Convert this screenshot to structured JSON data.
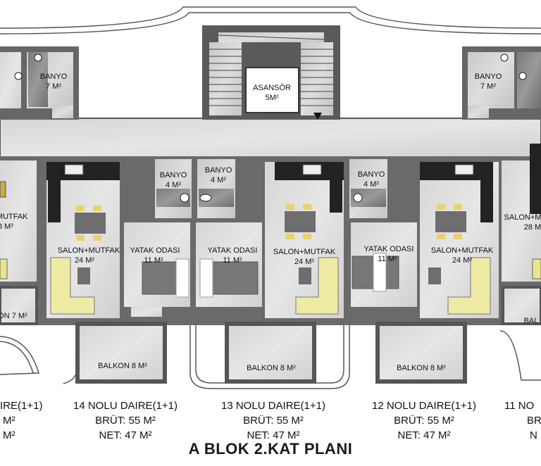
{
  "plan": {
    "title": "A BLOK 2.KAT PLANI",
    "core": {
      "elevator_name": "ASANSÖR",
      "elevator_area": "5M²"
    },
    "rooms": {
      "banyo_7_left": {
        "name": "BANYO",
        "area": "7 M²"
      },
      "banyo_7_right": {
        "name": "BANYO",
        "area": "7 M²"
      },
      "banyo_a": {
        "name": "BANYO",
        "area": "4 M²"
      },
      "banyo_b": {
        "name": "BANYO",
        "area": "4 M²"
      },
      "banyo_c": {
        "name": "BANYO",
        "area": "4 M²"
      },
      "salon_left_edge": {
        "name": "+MUTFAK",
        "area": "8 M²"
      },
      "salon_14": {
        "name": "SALON+MUTFAK",
        "area": "24 M²"
      },
      "salon_13": {
        "name": "SALON+MUTFAK",
        "area": "24 M²"
      },
      "salon_12": {
        "name": "SALON+MUTFAK",
        "area": "24 M²"
      },
      "salon_right_edge": {
        "name": "SALON+M",
        "area": "28 M"
      },
      "yatak_14": {
        "name": "YATAK ODASI",
        "area": "11 M²"
      },
      "yatak_13": {
        "name": "YATAK ODASI",
        "area": "11 M²"
      },
      "yatak_12": {
        "name": "YATAK ODASI",
        "area": "11 M²"
      },
      "balkon_left_edge": {
        "name": "ON 7 M²"
      },
      "balkon_14": {
        "name": "BALKON 8 M²"
      },
      "balkon_13": {
        "name": "BALKON 8 M²"
      },
      "balkon_12": {
        "name": "BALKON 8 M²"
      },
      "balkon_right_edge": {
        "name": "BAL"
      }
    },
    "units": [
      {
        "name": "IRE(1+1)",
        "gross": "M²",
        "net": "M²"
      },
      {
        "name": "14 NOLU DAIRE(1+1)",
        "gross": "BRÜT: 55 M²",
        "net": "NET: 47 M²"
      },
      {
        "name": "13 NOLU DAIRE(1+1)",
        "gross": "BRÜT: 55 M²",
        "net": "NET: 47 M²"
      },
      {
        "name": "12 NOLU DAIRE(1+1)",
        "gross": "BRÜT: 55 M²",
        "net": "NET: 47 M²"
      },
      {
        "name": "11 NO",
        "gross": "BR",
        "net": "N"
      }
    ]
  }
}
